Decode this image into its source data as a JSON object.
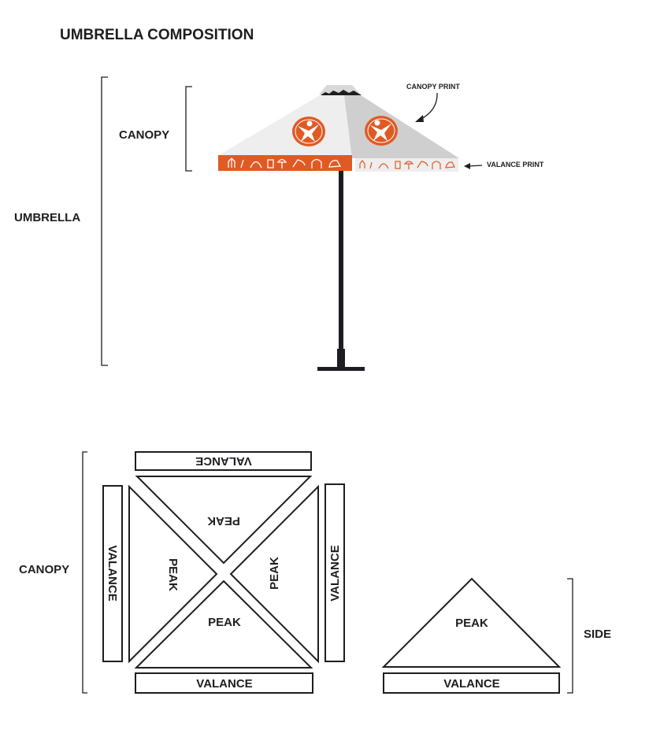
{
  "title": "UMBRELLA COMPOSITION",
  "top_diagram": {
    "umbrella_label": "UMBRELLA",
    "canopy_label": "CANOPY",
    "canopy_print_label": "CANOPY PRINT",
    "valance_print_label": "VALANCE PRINT"
  },
  "bottom_diagram": {
    "canopy_label": "CANOPY",
    "side_label": "SIDE",
    "valance_label": "VALANCE",
    "peak_label": "PEAK"
  },
  "colors": {
    "accent": "#e05a24",
    "canopy_light": "#eeeeee",
    "canopy_shade": "#cfcfcf",
    "ink": "#1d1d22"
  }
}
